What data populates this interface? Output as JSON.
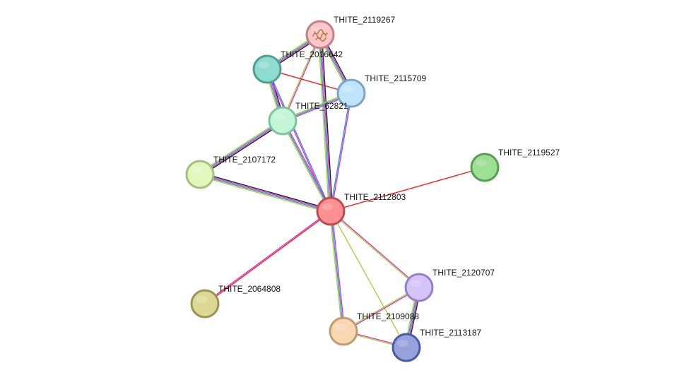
{
  "nodes": [
    {
      "id": "THITE_2119267",
      "label": "THITE_2119267",
      "fill": "#f9c6c9",
      "stroke": "#c27f86",
      "icon": "protein-structure-icon"
    },
    {
      "id": "THITE_2016642",
      "label": "THITE_2016642",
      "fill": "#8edcd0",
      "stroke": "#4e9e93"
    },
    {
      "id": "THITE_2115709",
      "label": "THITE_2115709",
      "fill": "#bfe4fa",
      "stroke": "#7ea5c0"
    },
    {
      "id": "THITE_62821",
      "label": "THITE_62821",
      "fill": "#c3f5d8",
      "stroke": "#7fc49a"
    },
    {
      "id": "THITE_2119527",
      "label": "THITE_2119527",
      "fill": "#9be093",
      "stroke": "#5a9d52"
    },
    {
      "id": "THITE_2107172",
      "label": "THITE_2107172",
      "fill": "#e2f7bd",
      "stroke": "#a4be7e"
    },
    {
      "id": "THITE_2112803",
      "label": "THITE_2112803",
      "fill": "#fb8f92",
      "stroke": "#c0494e"
    },
    {
      "id": "THITE_2120707",
      "label": "THITE_2120707",
      "fill": "#d5c4f8",
      "stroke": "#9580c6"
    },
    {
      "id": "THITE_2064808",
      "label": "THITE_2064808",
      "fill": "#dcd894",
      "stroke": "#9a9552"
    },
    {
      "id": "THITE_2109088",
      "label": "THITE_2109088",
      "fill": "#fad7b2",
      "stroke": "#c09a74"
    },
    {
      "id": "THITE_2113187",
      "label": "THITE_2113187",
      "fill": "#97a2dc",
      "stroke": "#4a5aa6"
    }
  ],
  "edges": [
    {
      "source": "THITE_2119267",
      "target": "THITE_2016642",
      "colors": [
        "#222222",
        "#d63acb",
        "#3d8fd6",
        "#a7d43a"
      ]
    },
    {
      "source": "THITE_2119267",
      "target": "THITE_2115709",
      "colors": [
        "#222222",
        "#d63acb",
        "#3d8fd6",
        "#a7d43a"
      ]
    },
    {
      "source": "THITE_2119267",
      "target": "THITE_62821",
      "colors": [
        "#d63acb",
        "#a7d43a"
      ]
    },
    {
      "source": "THITE_2119267",
      "target": "THITE_2112803",
      "colors": [
        "#222222",
        "#d63acb",
        "#3d8fd6",
        "#a7d43a"
      ]
    },
    {
      "source": "THITE_2016642",
      "target": "THITE_62821",
      "colors": [
        "#222222",
        "#d63acb",
        "#3d8fd6",
        "#a7d43a"
      ]
    },
    {
      "source": "THITE_2016642",
      "target": "THITE_2115709",
      "colors": [
        "#ee2222"
      ]
    },
    {
      "source": "THITE_2016642",
      "target": "THITE_2112803",
      "colors": [
        "#3d8fd6",
        "#d63acb"
      ]
    },
    {
      "source": "THITE_2115709",
      "target": "THITE_62821",
      "colors": [
        "#d63acb",
        "#3d8fd6",
        "#a7d43a"
      ]
    },
    {
      "source": "THITE_2115709",
      "target": "THITE_2112803",
      "colors": [
        "#d63acb",
        "#3d8fd6"
      ]
    },
    {
      "source": "THITE_62821",
      "target": "THITE_2107172",
      "colors": [
        "#222222",
        "#d63acb",
        "#3d8fd6",
        "#a7d43a"
      ]
    },
    {
      "source": "THITE_62821",
      "target": "THITE_2112803",
      "colors": [
        "#d63acb",
        "#3d8fd6",
        "#a7d43a"
      ]
    },
    {
      "source": "THITE_2107172",
      "target": "THITE_2112803",
      "colors": [
        "#222222",
        "#d63acb",
        "#3d8fd6",
        "#a7d43a"
      ]
    },
    {
      "source": "THITE_2119527",
      "target": "THITE_2112803",
      "colors": [
        "#ee2222"
      ]
    },
    {
      "source": "THITE_2112803",
      "target": "THITE_2064808",
      "colors": [
        "#ee2222",
        "#d63acb"
      ]
    },
    {
      "source": "THITE_2112803",
      "target": "THITE_2120707",
      "colors": [
        "#d63acb",
        "#a7d43a"
      ]
    },
    {
      "source": "THITE_2112803",
      "target": "THITE_2109088",
      "colors": [
        "#d63acb",
        "#3d8fd6",
        "#a7d43a"
      ]
    },
    {
      "source": "THITE_2112803",
      "target": "THITE_2113187",
      "colors": [
        "#a7d43a"
      ]
    },
    {
      "source": "THITE_2120707",
      "target": "THITE_2109088",
      "colors": [
        "#d63acb",
        "#a7d43a"
      ]
    },
    {
      "source": "THITE_2120707",
      "target": "THITE_2113187",
      "colors": [
        "#222222",
        "#d63acb",
        "#3d8fd6",
        "#a7d43a"
      ]
    },
    {
      "source": "THITE_2109088",
      "target": "THITE_2113187",
      "colors": [
        "#d63acb",
        "#a7d43a"
      ]
    }
  ]
}
